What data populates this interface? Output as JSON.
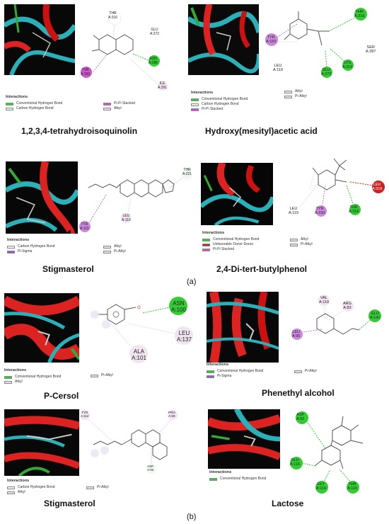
{
  "figure": {
    "label_a": "(a)",
    "label_b": "(b)",
    "legend_title": "Interactions",
    "colors": {
      "conventional_hbond": "#33cc33",
      "carbon_hbond": "#d9f2d9",
      "pi_pi_stacked": "#cc55cc",
      "alkyl": "#e8c8e8",
      "pi_alkyl": "#e8c8e8",
      "pi_sigma": "#9955dd",
      "unfavorable": "#cc2222"
    }
  },
  "panels": {
    "p1": {
      "name": "1,2,3,4-tetrahydroisoquinolin",
      "residues": {
        "r1": "THR\nA:316",
        "r2": "GLU\nA:272",
        "r3": "ASN\nA:286",
        "r4": "TYR\nA:150",
        "r5": "ILE\nA:291"
      },
      "legend": [
        "Conventional Hydrogen Bond",
        "Carbon Hydrogen Bond",
        "Pi-Pi Stacked",
        "Alkyl"
      ]
    },
    "p2": {
      "name": "Hydroxy(mesityl)acetic acid",
      "residues": {
        "r1": "THR\nA:316",
        "r2": "SER\nA:287",
        "r3": "TYR\nA:150",
        "r4": "LEU\nA:119",
        "r5": "GLU\nA:272",
        "r6": "LYS\nA:315"
      },
      "legend": [
        "Conventional Hydrogen Bond",
        "Carbon Hydrogen Bond",
        "Pi-Pi Stacked",
        "Alkyl",
        "Pi-Alkyl"
      ]
    },
    "p3": {
      "name": "Stigmasterol",
      "residues": {
        "r1": "THR\nA:221",
        "r2": "TYR\nA:110",
        "r3": "LEU\nA:110"
      },
      "legend": [
        "Carbon Hydrogen Bond",
        "Pi-Sigma",
        "Alkyl",
        "Pi-Alkyl"
      ]
    },
    "p4": {
      "name": "2,4-Di-tert-butylphenol",
      "residues": {
        "r1": "LEU\nA:119",
        "r2": "TYR\nA:150",
        "r3": "THR\nA:316",
        "r4": "LEU\nA:316"
      },
      "legend": [
        "Conventional Hydrogen Bond",
        "Unfavorable Donor-Donor",
        "Pi-Pi Stacked",
        "Alkyl",
        "Pi-Alkyl"
      ]
    },
    "p5": {
      "name": "P-Cersol",
      "residues": {
        "r1": "ASN\nA:100",
        "r2": "LEU\nA:137",
        "r3": "ALA\nA:101"
      },
      "legend": [
        "Conventional Hydrogen Bond",
        "Alkyl",
        "Pi-Alkyl"
      ]
    },
    "p6": {
      "name": "Phenethyl alcohol",
      "residues": {
        "r1": "VAL\nA:119",
        "r2": "ARG\nA:83",
        "r3": "GLU\nA:141",
        "r4": "LEU\nA:95"
      },
      "legend": [
        "Conventional Hydrogen Bond",
        "Pi-Sigma",
        "Pi-Alkyl"
      ]
    },
    "p7": {
      "name": "Stigmasterol",
      "residues": {
        "r1": "TYR\nA:112",
        "r2": "PRO\nA:59",
        "r3": "ASP\nA:92"
      },
      "legend": [
        "Carbon Hydrogen Bond",
        "Alkyl",
        "Pi-Alkyl"
      ]
    },
    "p8": {
      "name": "Lactose",
      "residues": {
        "r1": "ASP\nA:92",
        "r2": "GLU\nA:115",
        "r3": "GLY\nA:114",
        "r4": "THR\nA:115"
      },
      "legend": [
        "Conventional Hydrogen Bond"
      ]
    }
  }
}
